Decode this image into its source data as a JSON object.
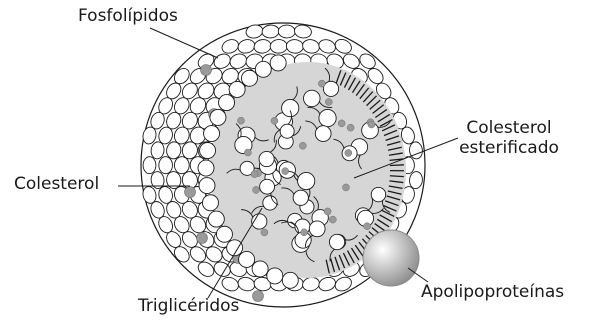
{
  "labels": {
    "phospholipids": "Fosfolípidos",
    "cholesterol": "Colesterol",
    "esterified_line1": "Colesterol",
    "esterified_line2": "esterificado",
    "triglycerides": "Triglicéridos",
    "apolipoproteins": "Apolipoproteínas"
  },
  "colors": {
    "outline": "#1a1a1a",
    "sphere_fill": "#ffffff",
    "core": "#d6d6d6",
    "cholesterol_bead": "#9a9a9a",
    "apoprotein": "#bdbdbd"
  }
}
